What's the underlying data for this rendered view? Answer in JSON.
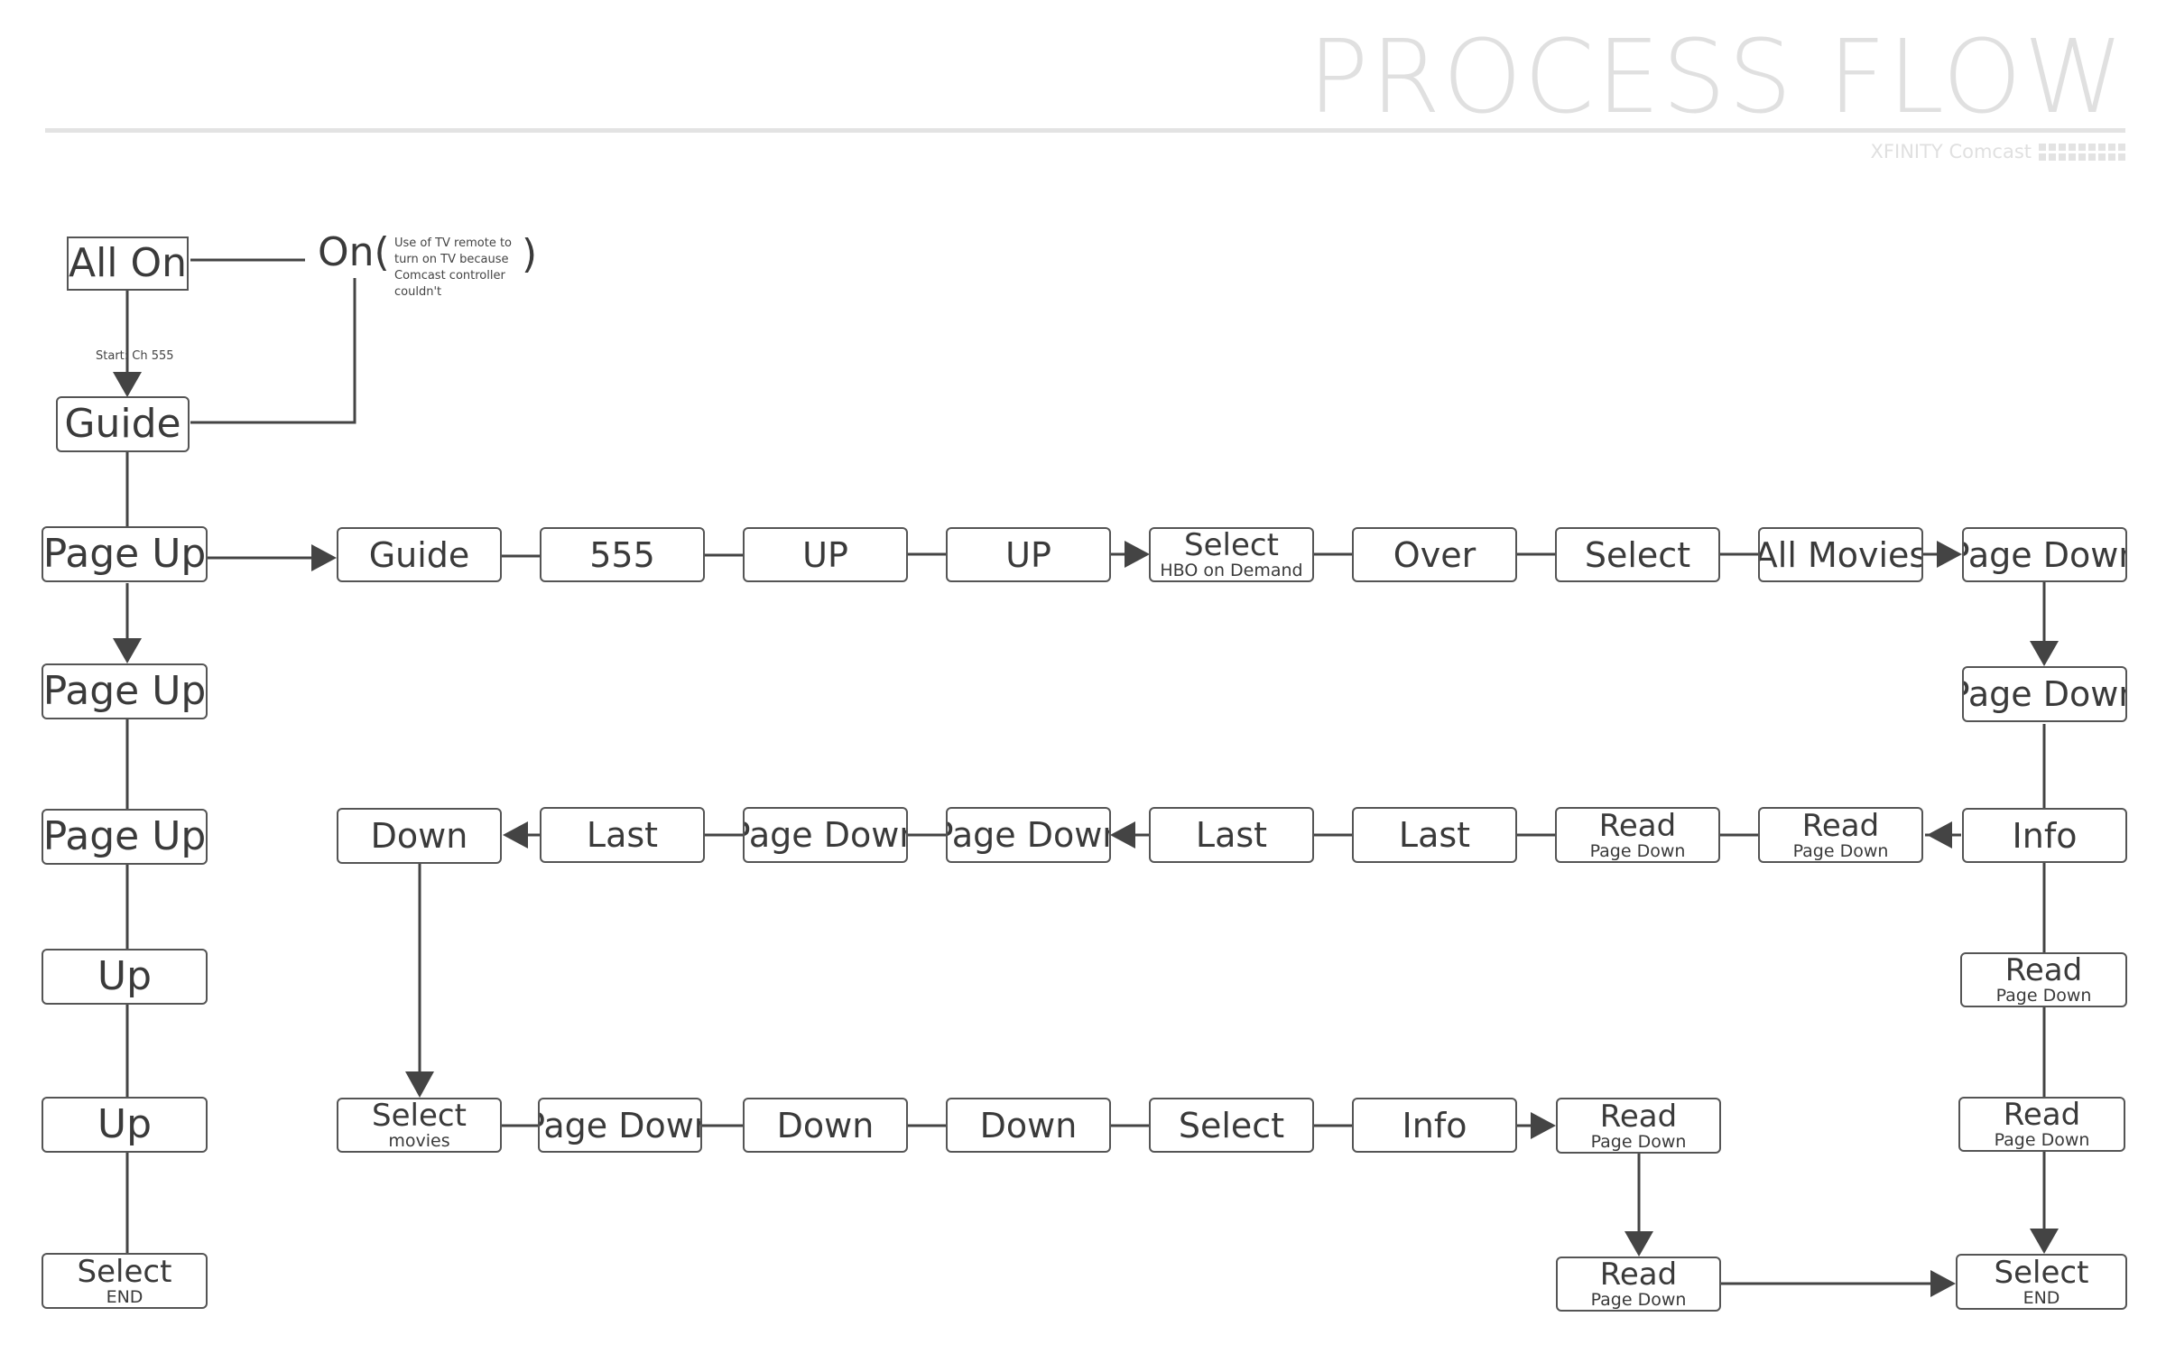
{
  "header": {
    "title": "PROCESS FLOW",
    "subtitle": "XFINITY Comcast"
  },
  "nodes": {
    "all_on": "All On",
    "on_open": "On(",
    "on_close": ")",
    "on_note": "Use of TV remote to turn on TV because Comcast controller couldn't",
    "start_note": "Start: Ch 555",
    "guide_left": "Guide",
    "page_up_1": "Page Up",
    "page_up_2": "Page Up",
    "page_up_3": "Page Up",
    "up_1": "Up",
    "up_2": "Up",
    "select_end_left": {
      "main": "Select",
      "sub": "END"
    },
    "row1": [
      {
        "main": "Guide"
      },
      {
        "main": "555"
      },
      {
        "main": "UP"
      },
      {
        "main": "UP"
      },
      {
        "main": "Select",
        "sub": "HBO on Demand"
      },
      {
        "main": "Over"
      },
      {
        "main": "Select"
      },
      {
        "main": "All Movies"
      },
      {
        "main": "Page Down"
      }
    ],
    "right_col": [
      {
        "main": "Page Down"
      },
      {
        "main": "Info"
      },
      {
        "main": "Read",
        "sub": "Page Down"
      },
      {
        "main": "Read",
        "sub": "Page Down"
      },
      {
        "main": "Select",
        "sub": "END"
      }
    ],
    "row2": [
      {
        "main": "Down"
      },
      {
        "main": "Last"
      },
      {
        "main": "Page Down"
      },
      {
        "main": "Page Down"
      },
      {
        "main": "Last"
      },
      {
        "main": "Last"
      },
      {
        "main": "Read",
        "sub": "Page Down"
      },
      {
        "main": "Read",
        "sub": "Page Down"
      }
    ],
    "row3": [
      {
        "main": "Select",
        "sub": "movies"
      },
      {
        "main": "Page Down"
      },
      {
        "main": "Down"
      },
      {
        "main": "Down"
      },
      {
        "main": "Select"
      },
      {
        "main": "Info"
      },
      {
        "main": "Read",
        "sub": "Page Down"
      }
    ],
    "read_bottom": {
      "main": "Read",
      "sub": "Page Down"
    }
  }
}
